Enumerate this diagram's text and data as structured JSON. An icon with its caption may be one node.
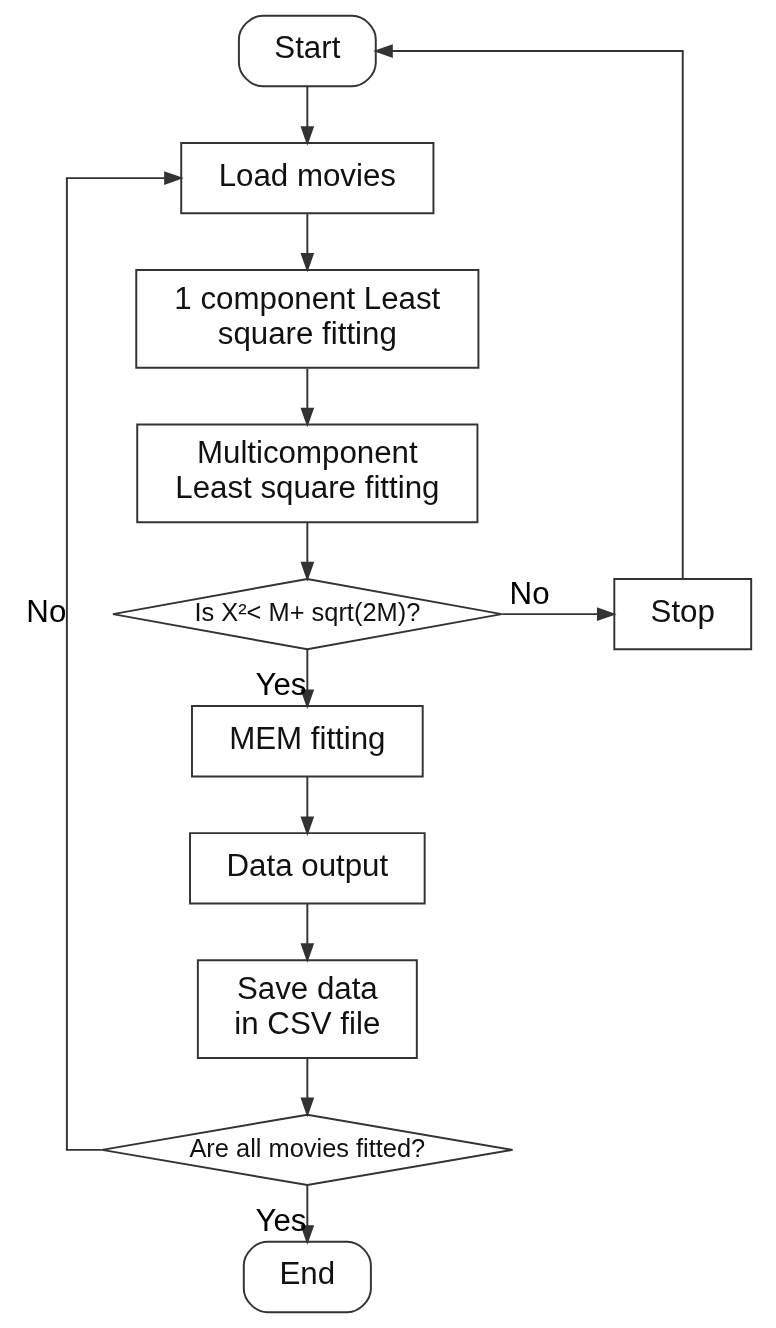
{
  "diagram": {
    "nodes": [
      {
        "text": [
          "Start"
        ]
      },
      {
        "text": [
          "Load movies"
        ]
      },
      {
        "text": [
          "1 component Least square fitting"
        ]
      },
      {
        "text": [
          "Multicomponent Least square fitting"
        ]
      },
      {
        "text": [
          "Is X²< M+ sqrt(2M)?"
        ]
      },
      {
        "text": [
          "Stop"
        ]
      },
      {
        "text": [
          "MEM fitting"
        ]
      },
      {
        "text": [
          "Data output"
        ]
      },
      {
        "text": [
          "Save data in CSV file"
        ]
      },
      {
        "text": [
          "Are all movies fitted?"
        ]
      },
      {
        "text": [
          "End"
        ]
      }
    ],
    "edges": [
      {
        "from": 0,
        "to": 1,
        "arrow": "to"
      },
      {
        "from": 1,
        "to": 2,
        "arrow": "to"
      },
      {
        "from": 2,
        "to": 3,
        "arrow": "to"
      },
      {
        "from": 3,
        "to": 4,
        "arrow": "to"
      },
      {
        "from": 4,
        "to": 5,
        "arrow": "to",
        "label": "No"
      },
      {
        "from": 5,
        "to": 0,
        "arrow": "to"
      },
      {
        "from": 4,
        "to": 6,
        "arrow": "to",
        "label": "Yes"
      },
      {
        "from": 6,
        "to": 7,
        "arrow": "to"
      },
      {
        "from": 7,
        "to": 8,
        "arrow": "to"
      },
      {
        "from": 8,
        "to": 9,
        "arrow": "to"
      },
      {
        "from": 9,
        "to": 1,
        "arrow": "to",
        "label": "No"
      },
      {
        "from": 9,
        "to": 10,
        "arrow": "to",
        "label": "Yes"
      }
    ]
  }
}
